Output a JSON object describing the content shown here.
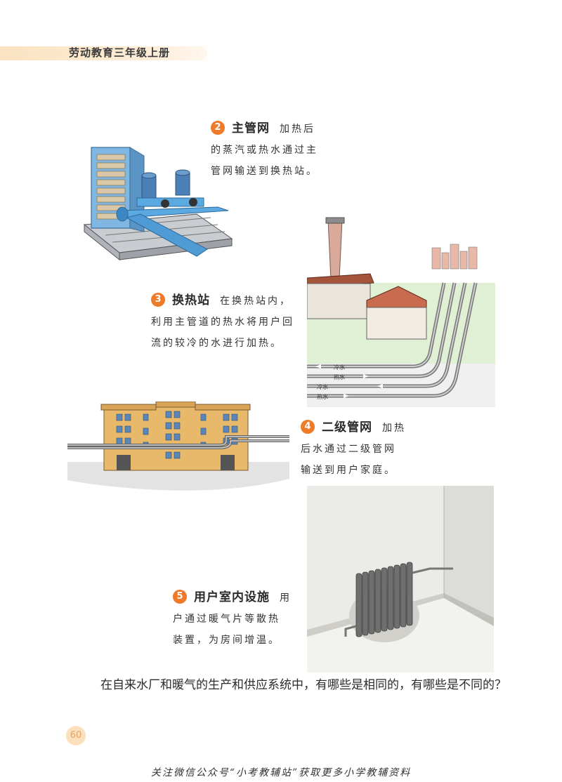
{
  "header": {
    "title": "劳动教育三年级上册"
  },
  "steps": [
    {
      "num": "2",
      "title": "主管网",
      "lines": [
        "加热后",
        "的蒸汽或热水通过主",
        "管网输送到换热站。"
      ]
    },
    {
      "num": "3",
      "title": "换热站",
      "lines": [
        "在换热站内，",
        "利用主管道的热水将用户回",
        "流的较冷的水进行加热。"
      ]
    },
    {
      "num": "4",
      "title": "二级管网",
      "lines": [
        "加热",
        "后水通过二级管网",
        "输送到用户家庭。"
      ]
    },
    {
      "num": "5",
      "title": "用户室内设施",
      "lines": [
        "用",
        "户通过暖气片等散热",
        "装置，为房间增温。"
      ]
    }
  ],
  "pipe_labels": [
    "冷水",
    "热水",
    "冷水",
    "热水"
  ],
  "question": "在自来水厂和暖气的生产和供应系统中，有哪些是相同的，有哪些是不同的？",
  "page_number": "60",
  "footer": "关注微信公众号“小考教辅站”获取更多小学教辅资料",
  "colors": {
    "accent": "#ee7a2a",
    "pipe_blue": "#5aa9e0",
    "building": "#e8b96a"
  }
}
